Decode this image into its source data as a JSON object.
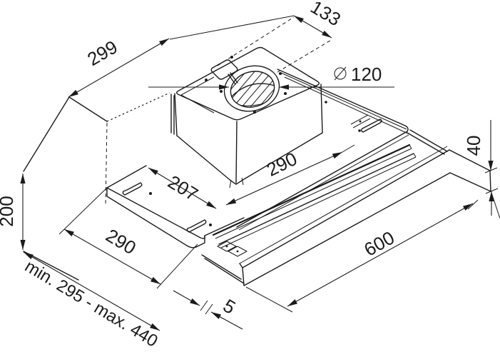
{
  "drawing": {
    "background": "#ffffff",
    "line_color": "#1b1b1b",
    "subject_dimensions": {
      "d299": "299",
      "d133": "133",
      "d120_symbol": "⌀",
      "d120": "120",
      "d40": "40",
      "d290_body": "290",
      "d207": "207",
      "d200": "200",
      "d290_front": "290",
      "d600": "600",
      "d5": "5",
      "depth_range": "min. 295 - max. 440"
    }
  }
}
